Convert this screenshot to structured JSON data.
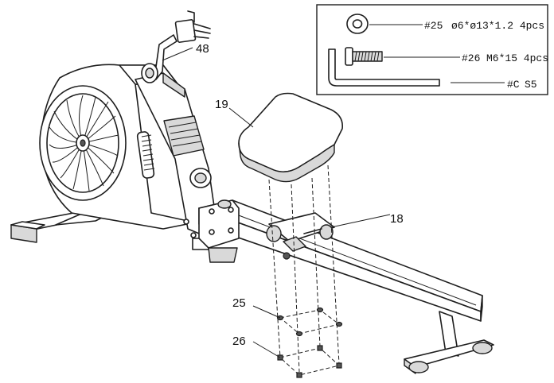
{
  "diagram": {
    "part_labels": {
      "part_48": "48",
      "part_19": "19",
      "part_18": "18",
      "part_25": "25",
      "part_26": "26"
    },
    "hardware_box": {
      "items": [
        {
          "code": "#25",
          "spec": "ø6*ø13*1.2 4pcs",
          "icon": "washer-icon"
        },
        {
          "code": "#26",
          "spec": "M6*15 4pcs",
          "icon": "bolt-icon"
        },
        {
          "code": "#C",
          "spec": "S5",
          "icon": "allen-key-icon"
        }
      ]
    }
  }
}
